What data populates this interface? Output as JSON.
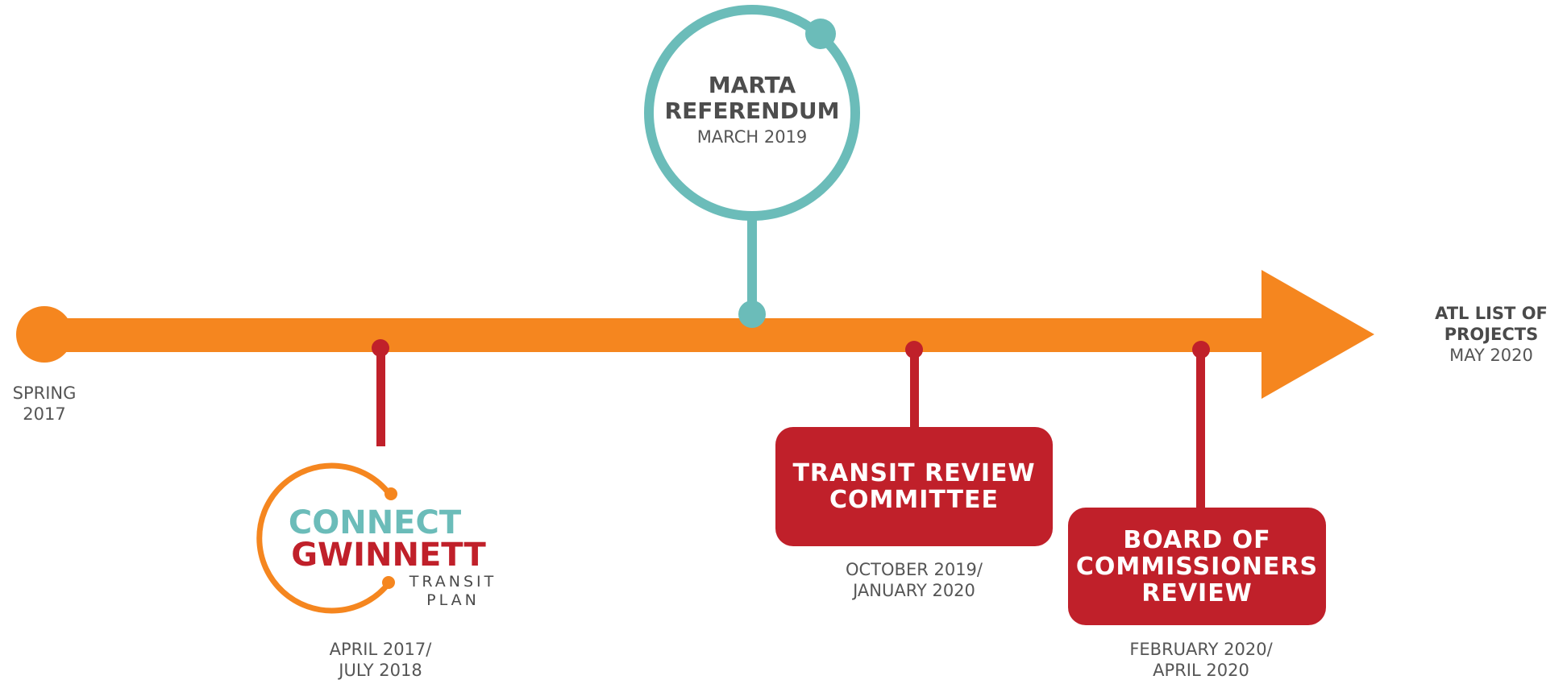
{
  "colors": {
    "timeline_orange": "#f5861f",
    "marker_red": "#c0202a",
    "marta_teal": "#6bbcb9",
    "connect_teal": "#6bbcb9",
    "gwinnett_red": "#c0202a",
    "text_gray": "#555555"
  },
  "timeline": {
    "start": {
      "line1": "SPRING",
      "line2": "2017"
    },
    "end": {
      "title_line1": "ATL LIST OF",
      "title_line2": "PROJECTS",
      "date": "MAY 2020"
    }
  },
  "milestones": {
    "connect_gwinnett": {
      "logo_word1": "CONNECT",
      "logo_word2": "GWINNETT",
      "logo_word3": "TRANSIT",
      "logo_word4": "PLAN",
      "date_line1": "APRIL 2017/",
      "date_line2": "JULY 2018"
    },
    "marta": {
      "title_line1": "MARTA",
      "title_line2": "REFERENDUM",
      "date": "MARCH 2019"
    },
    "transit_review": {
      "title_line1": "TRANSIT REVIEW",
      "title_line2": "COMMITTEE",
      "date_line1": "OCTOBER 2019/",
      "date_line2": "JANUARY 2020"
    },
    "board_review": {
      "title_line1": "BOARD OF",
      "title_line2": "COMMISSIONERS",
      "title_line3": "REVIEW",
      "date_line1": "FEBRUARY 2020/",
      "date_line2": "APRIL 2020"
    }
  }
}
